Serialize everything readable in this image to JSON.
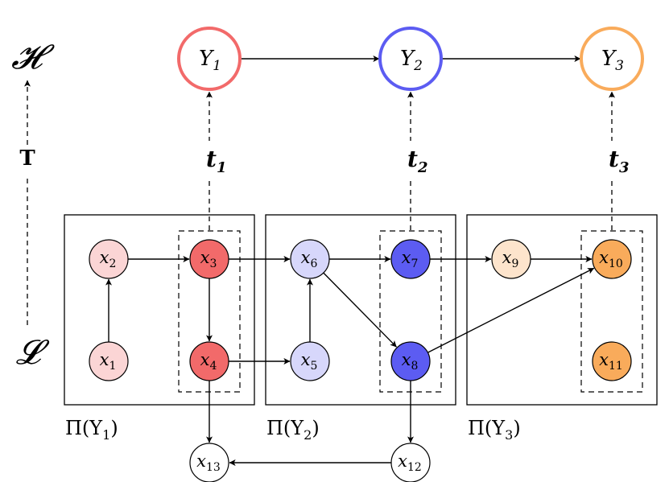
{
  "levels": {
    "high": "𝓗",
    "low": "𝓛",
    "transform": "T"
  },
  "colors": {
    "red": "#f26a6a",
    "red_light": "#fbd5d5",
    "blue": "#5c5cf2",
    "blue_light": "#d7d7fb",
    "orange": "#f9ab5b",
    "orange_light": "#fde4cc",
    "line": "#000000"
  },
  "high_nodes": [
    {
      "id": "Y1",
      "base": "Y",
      "sub": "1",
      "color": "#f26a6a"
    },
    {
      "id": "Y2",
      "base": "Y",
      "sub": "2",
      "color": "#5c5cf2"
    },
    {
      "id": "Y3",
      "base": "Y",
      "sub": "3",
      "color": "#f9ab5b"
    }
  ],
  "transforms": [
    {
      "base": "t",
      "sub": "1"
    },
    {
      "base": "t",
      "sub": "2"
    },
    {
      "base": "t",
      "sub": "3"
    }
  ],
  "partitions": [
    {
      "base": "Π(Y",
      "sub": "1",
      "close": ")"
    },
    {
      "base": "Π(Y",
      "sub": "2",
      "close": ")"
    },
    {
      "base": "Π(Y",
      "sub": "3",
      "close": ")"
    }
  ],
  "low_nodes": [
    {
      "id": "x1",
      "sub": "1",
      "fill": "#fbd5d5"
    },
    {
      "id": "x2",
      "sub": "2",
      "fill": "#fbd5d5"
    },
    {
      "id": "x3",
      "sub": "3",
      "fill": "#f26a6a"
    },
    {
      "id": "x4",
      "sub": "4",
      "fill": "#f26a6a"
    },
    {
      "id": "x5",
      "sub": "5",
      "fill": "#d7d7fb"
    },
    {
      "id": "x6",
      "sub": "6",
      "fill": "#d7d7fb"
    },
    {
      "id": "x7",
      "sub": "7",
      "fill": "#5c5cf2"
    },
    {
      "id": "x8",
      "sub": "8",
      "fill": "#5c5cf2"
    },
    {
      "id": "x9",
      "sub": "9",
      "fill": "#fde4cc"
    },
    {
      "id": "x10",
      "sub": "10",
      "fill": "#f9ab5b"
    },
    {
      "id": "x11",
      "sub": "11",
      "fill": "#f9ab5b"
    },
    {
      "id": "x12",
      "sub": "12",
      "fill": "#ffffff"
    },
    {
      "id": "x13",
      "sub": "13",
      "fill": "#ffffff"
    }
  ],
  "edges": [
    [
      "Y1",
      "Y2"
    ],
    [
      "Y2",
      "Y3"
    ],
    [
      "x1",
      "x2"
    ],
    [
      "x2",
      "x3"
    ],
    [
      "x3",
      "x4"
    ],
    [
      "x3",
      "x6"
    ],
    [
      "x4",
      "x5"
    ],
    [
      "x5",
      "x6"
    ],
    [
      "x6",
      "x7"
    ],
    [
      "x6",
      "x8"
    ],
    [
      "x7",
      "x9"
    ],
    [
      "x9",
      "x10"
    ],
    [
      "x8",
      "x10"
    ],
    [
      "x4",
      "x13"
    ],
    [
      "x8",
      "x12"
    ],
    [
      "x12",
      "x13"
    ]
  ]
}
